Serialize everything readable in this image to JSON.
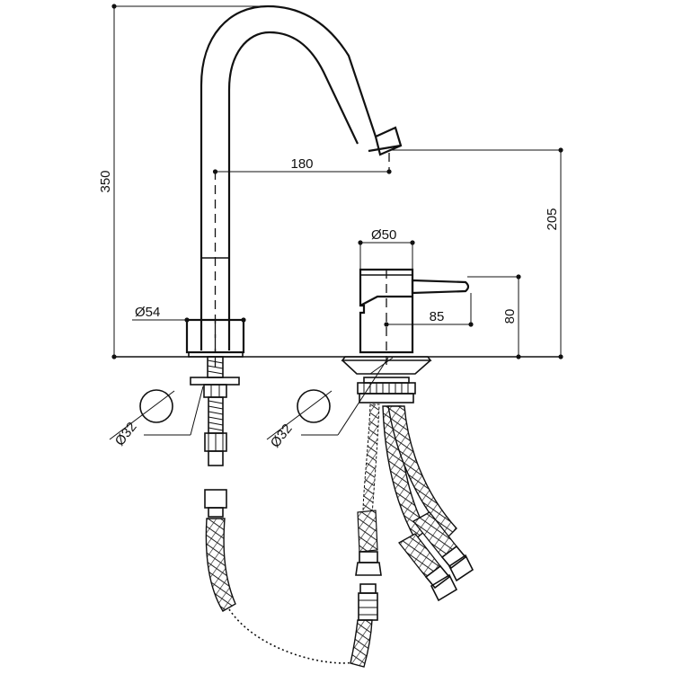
{
  "dimensions": {
    "total_height": "350",
    "spout_reach": "180",
    "spout_outlet_height": "205",
    "handle_body_diameter": "Ø50",
    "handle_length": "85",
    "handle_height": "80",
    "spout_base_diameter": "Ø54",
    "left_hole_diameter": "Ø32",
    "right_hole_diameter": "Ø32"
  },
  "colors": {
    "line": "#111111",
    "background": "#ffffff"
  }
}
